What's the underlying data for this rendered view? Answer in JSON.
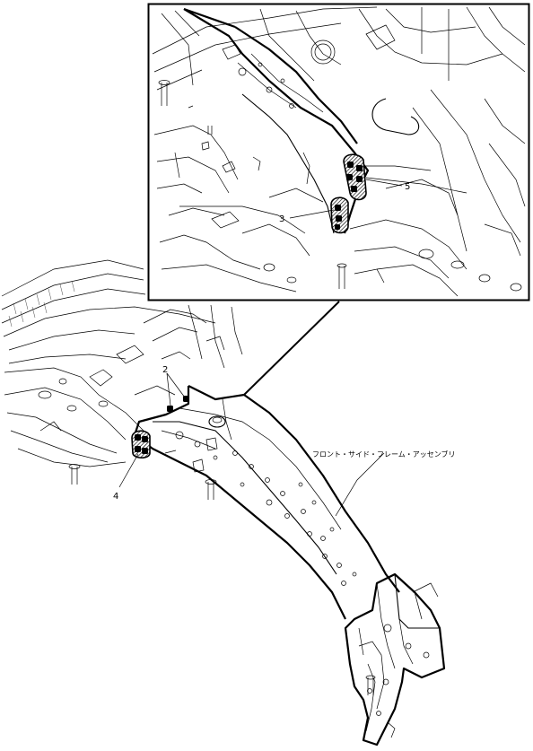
{
  "labels": {
    "l2": "2",
    "l3": "3",
    "l4": "4",
    "l5": "5",
    "part_name": "フロント・サイド・フレーム・アッセンブリ"
  },
  "colors": {
    "line": "#000000",
    "background": "#ffffff"
  }
}
